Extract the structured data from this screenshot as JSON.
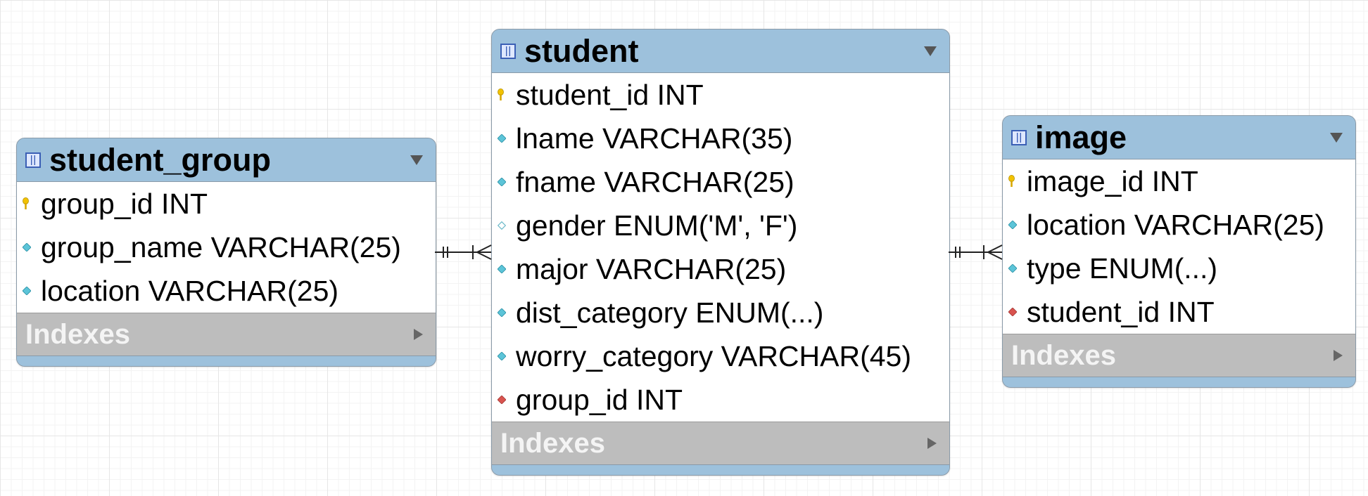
{
  "tables": [
    {
      "id": "student_group",
      "name": "student_group",
      "columns": [
        {
          "text": "group_id INT",
          "kind": "primary-key"
        },
        {
          "text": "group_name VARCHAR(25)",
          "kind": "not-null"
        },
        {
          "text": "location VARCHAR(25)",
          "kind": "not-null"
        }
      ],
      "indexes_label": "Indexes"
    },
    {
      "id": "student",
      "name": "student",
      "columns": [
        {
          "text": "student_id INT",
          "kind": "primary-key"
        },
        {
          "text": "lname VARCHAR(35)",
          "kind": "not-null"
        },
        {
          "text": "fname VARCHAR(25)",
          "kind": "not-null"
        },
        {
          "text": "gender ENUM('M', 'F')",
          "kind": "nullable"
        },
        {
          "text": "major VARCHAR(25)",
          "kind": "not-null"
        },
        {
          "text": "dist_category ENUM(...)",
          "kind": "not-null"
        },
        {
          "text": "worry_category VARCHAR(45)",
          "kind": "not-null"
        },
        {
          "text": "group_id INT",
          "kind": "foreign-key"
        }
      ],
      "indexes_label": "Indexes"
    },
    {
      "id": "image",
      "name": "image",
      "columns": [
        {
          "text": "image_id INT",
          "kind": "primary-key"
        },
        {
          "text": "location VARCHAR(25)",
          "kind": "not-null"
        },
        {
          "text": "type ENUM(...)",
          "kind": "not-null"
        },
        {
          "text": "student_id INT",
          "kind": "foreign-key"
        }
      ],
      "indexes_label": "Indexes"
    }
  ],
  "relationships": [
    {
      "from": "student_group",
      "to": "student",
      "from_cardinality": "one-and-only-one",
      "to_cardinality": "one-or-many"
    },
    {
      "from": "student",
      "to": "image",
      "from_cardinality": "one-and-only-one",
      "to_cardinality": "one-or-many"
    }
  ],
  "colors": {
    "header": "#9dc1dc",
    "indexes_bar": "#bdbdbd",
    "primary_key": "#f2c200",
    "not_null": "#5cc4d8",
    "nullable": "#ffffff",
    "foreign_key": "#d9534f"
  }
}
